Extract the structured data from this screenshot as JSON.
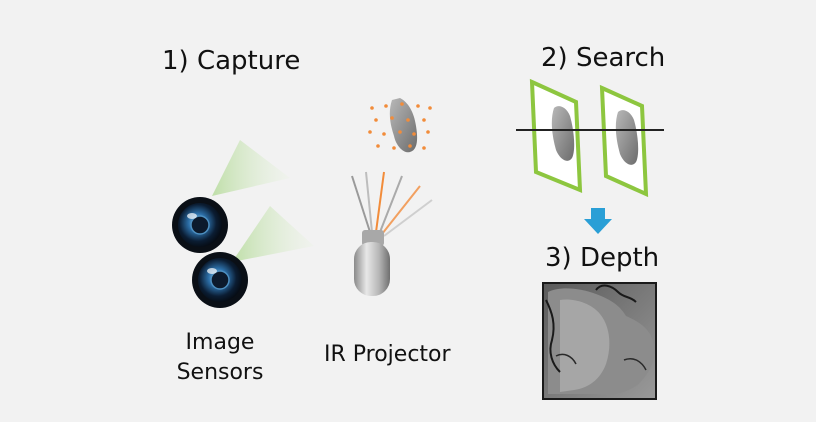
{
  "steps": {
    "capture": "1) Capture",
    "search": "2) Search",
    "depth": "3) Depth"
  },
  "labels": {
    "image_sensors_line1": "Image",
    "image_sensors_line2": "Sensors",
    "ir_projector": "IR Projector"
  },
  "colors": {
    "background": "#f2f2f2",
    "frame_green": "#8dc63f",
    "arrow_blue": "#2a9fd6",
    "ir_orange": "#f28c3a"
  }
}
